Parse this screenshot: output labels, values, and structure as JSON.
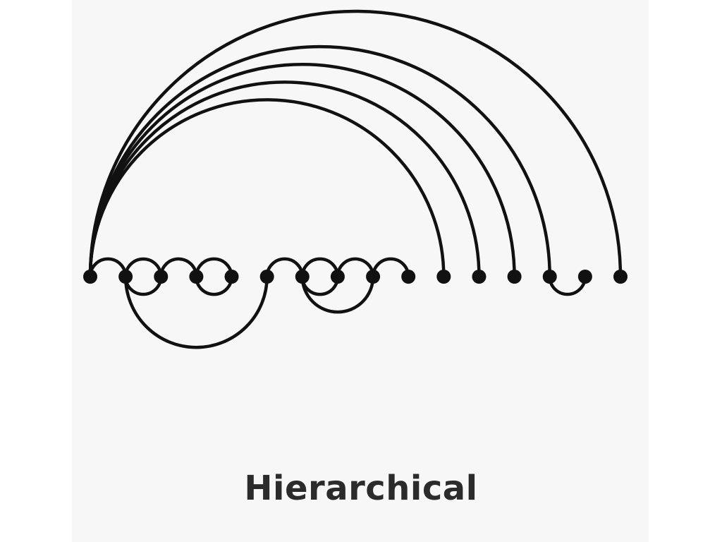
{
  "diagram": {
    "caption": "Hierarchical",
    "node_count": 16,
    "edges_above": [
      [
        0,
        1
      ],
      [
        1,
        2
      ],
      [
        2,
        3
      ],
      [
        3,
        4
      ],
      [
        5,
        6
      ],
      [
        6,
        7
      ],
      [
        7,
        8
      ],
      [
        8,
        9
      ],
      [
        0,
        10
      ],
      [
        0,
        11
      ],
      [
        0,
        12
      ],
      [
        0,
        13
      ],
      [
        0,
        15
      ]
    ],
    "edges_below": [
      [
        1,
        2
      ],
      [
        1,
        5
      ],
      [
        3,
        4
      ],
      [
        6,
        7
      ],
      [
        6,
        8
      ],
      [
        13,
        14
      ]
    ],
    "colors": {
      "stroke": "#111111",
      "node": "#111111",
      "panel": "#f7f7f7",
      "caption": "#2b2b2b"
    }
  }
}
